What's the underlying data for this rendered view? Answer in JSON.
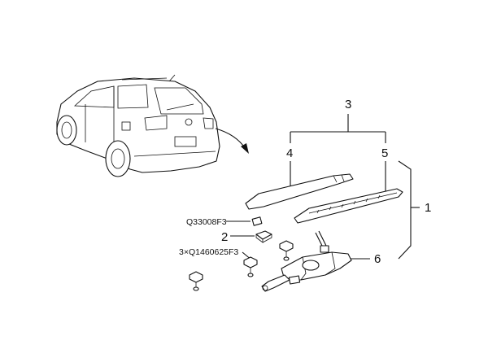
{
  "callouts": {
    "n1": "1",
    "n2": "2",
    "n3": "3",
    "n4": "4",
    "n5": "5",
    "n6": "6"
  },
  "part_codes": {
    "clip_code": "Q33008F3",
    "bolt_code": "3×Q1460625F3"
  },
  "icons": [
    "car-illustration",
    "wiper-arm",
    "wiper-blade",
    "wiper-motor",
    "bolt",
    "clip",
    "cap",
    "arrow"
  ]
}
